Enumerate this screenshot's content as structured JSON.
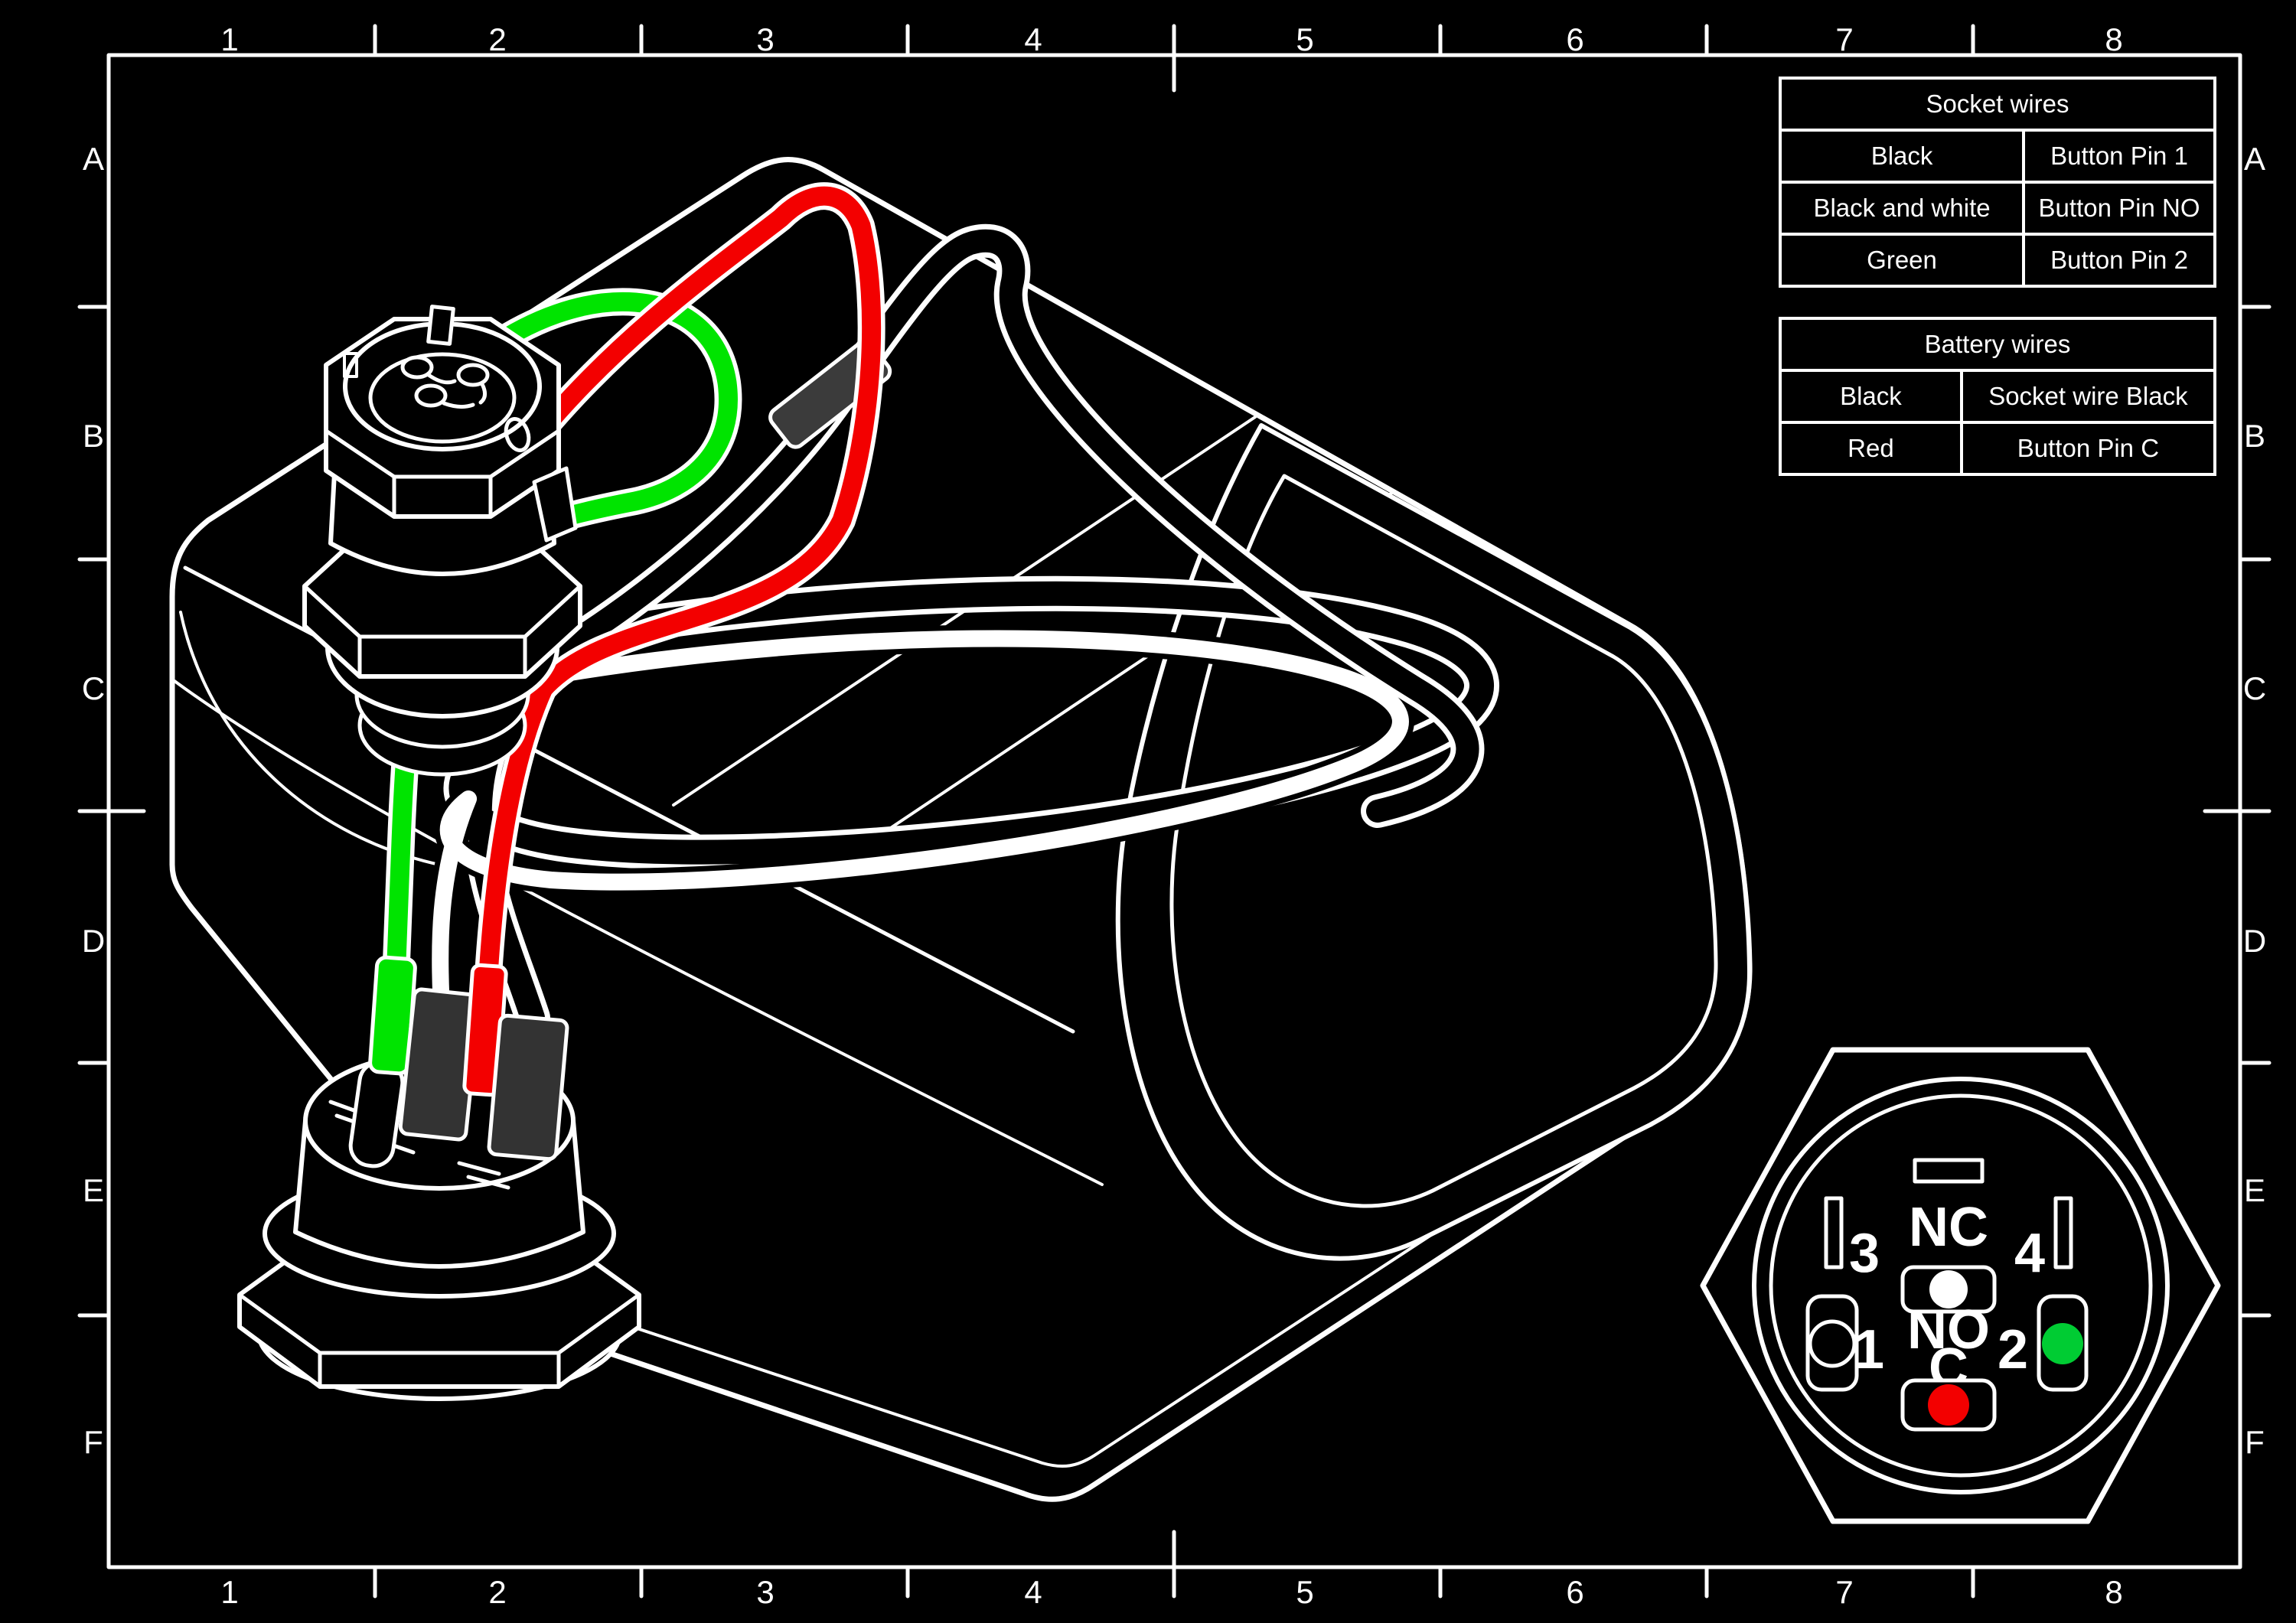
{
  "frame": {
    "columns": [
      "1",
      "2",
      "3",
      "4",
      "5",
      "6",
      "7",
      "8"
    ],
    "rows": [
      "A",
      "B",
      "C",
      "D",
      "E",
      "F"
    ]
  },
  "tables": {
    "socket": {
      "title": "Socket wires",
      "rows": [
        [
          "Black",
          "Button Pin 1"
        ],
        [
          "Black and white",
          "Button Pin NO"
        ],
        [
          "Green",
          "Button Pin 2"
        ]
      ]
    },
    "battery": {
      "title": "Battery wires",
      "rows": [
        [
          "Black",
          "Socket wire Black"
        ],
        [
          "Red",
          "Button Pin C"
        ]
      ]
    }
  },
  "pinout": {
    "labels": {
      "nc": "NC",
      "p3": "3",
      "p4": "4",
      "no": "NO",
      "p1": "1",
      "p2": "2",
      "c": "C"
    }
  },
  "colors": {
    "background": "#000000",
    "line": "#ffffff",
    "wire_green": "#00e400",
    "wire_red": "#f30000",
    "heat_shrink": "#3b3b3b",
    "terminal_dark": "#333333",
    "pin_no_dot": "#ffffff",
    "pin_2_dot": "#00cc33",
    "pin_c_dot": "#f30000"
  }
}
